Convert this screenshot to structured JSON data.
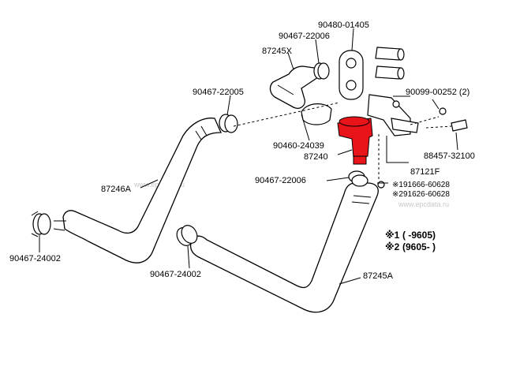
{
  "diagram": {
    "labels": {
      "p90480_01405": "90480-01405",
      "p90467_22006_top": "90467-22006",
      "p87245X": "87245X",
      "p90467_22005": "90467-22005",
      "p90099_00252": "90099-00252 (2)",
      "p90460_24039": "90460-24039",
      "p87240": "87240",
      "p88457_32100": "88457-32100",
      "p87121F": "87121F",
      "p90467_22006_mid": "90467-22006",
      "p191666": "※191666-60628",
      "p291626": "※291626-60628",
      "p87246A": "87246A",
      "p90467_24002_left": "90467-24002",
      "p90467_24002_mid": "90467-24002",
      "p87245A": "87245A"
    },
    "legend": {
      "row1_mark": "※1",
      "row1_range": "(      -9605)",
      "row2_mark": "※2",
      "row2_range": "(9605-      )"
    },
    "watermarks": {
      "wm1": "www.epcdata.ru",
      "wm2": "www.epcdata.ru"
    },
    "highlight_color": "#e8141a"
  }
}
